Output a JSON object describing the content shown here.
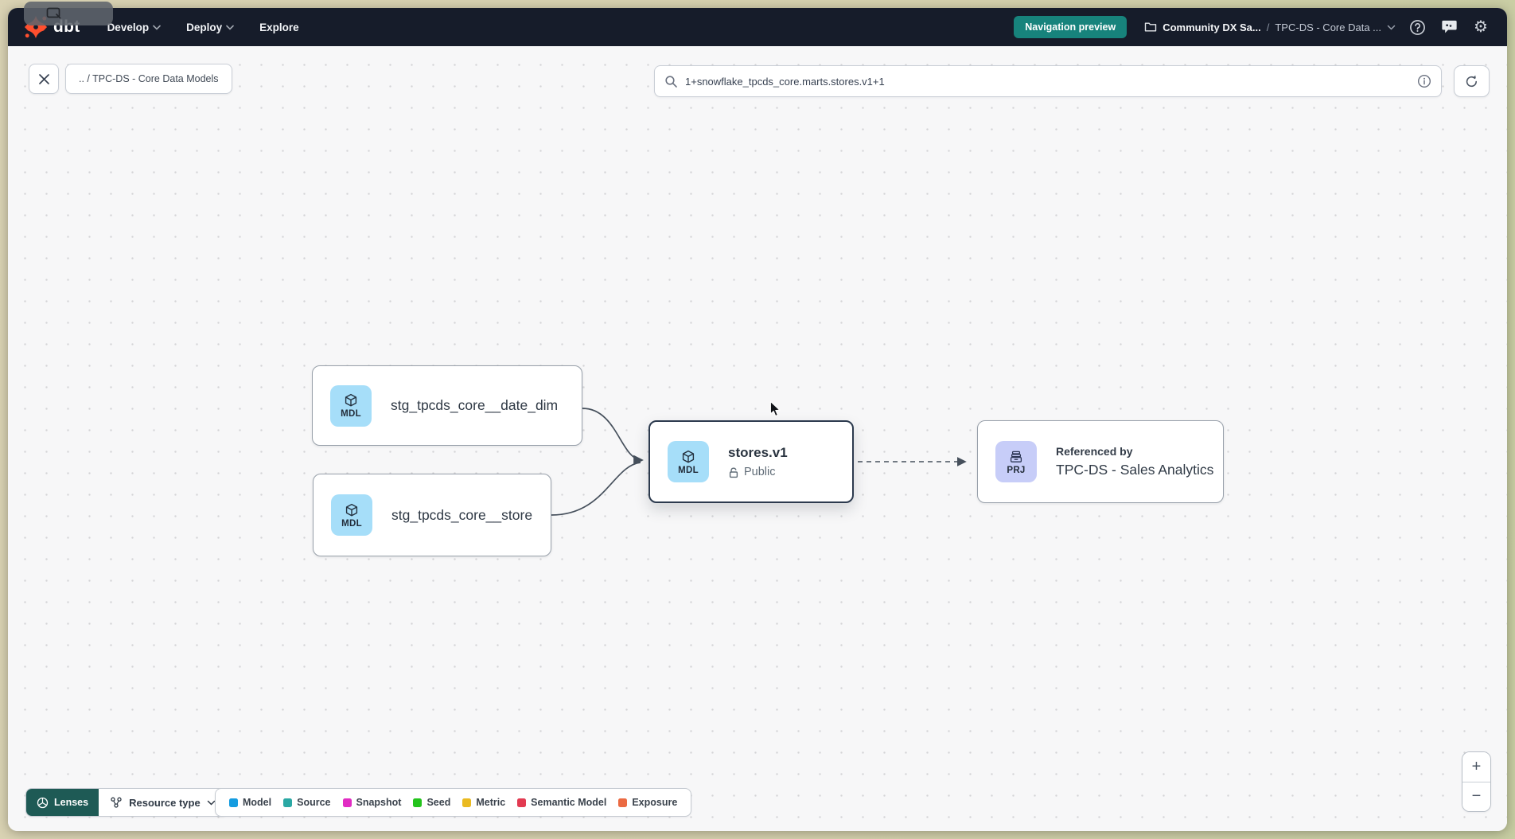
{
  "navbar": {
    "logo": "dbt",
    "menu": [
      {
        "label": "Develop"
      },
      {
        "label": "Deploy"
      },
      {
        "label": "Explore"
      }
    ],
    "navigation_preview_button": "Navigation preview",
    "account_breadcrumb": {
      "project": "Community DX Sa...",
      "separator": "/",
      "section": "TPC-DS - Core Data ..."
    }
  },
  "toolbar": {
    "path_chip": ".. / TPC-DS - Core Data Models",
    "search_value": "1+snowflake_tpcds_core.marts.stores.v1+1"
  },
  "graph": {
    "nodes": {
      "date_dim": {
        "badge": "MDL",
        "label": "stg_tpcds_core__date_dim"
      },
      "store": {
        "badge": "MDL",
        "label": "stg_tpcds_core__store"
      },
      "stores_v1": {
        "badge": "MDL",
        "label": "stores.v1",
        "access": "Public"
      },
      "sales_analytics": {
        "badge": "PRJ",
        "kicker": "Referenced by",
        "label": "TPC-DS - Sales Analytics"
      }
    }
  },
  "footer": {
    "lenses": "Lenses",
    "resource_type": "Resource type",
    "legend": [
      {
        "label": "Model",
        "color": "#149ce0"
      },
      {
        "label": "Source",
        "color": "#2aa8a4"
      },
      {
        "label": "Snapshot",
        "color": "#e12cc3"
      },
      {
        "label": "Seed",
        "color": "#23c31c"
      },
      {
        "label": "Metric",
        "color": "#eaba21"
      },
      {
        "label": "Semantic Model",
        "color": "#e23a51"
      },
      {
        "label": "Exposure",
        "color": "#eb6a42"
      }
    ]
  },
  "zoom_controls": {
    "zoom_in": "+",
    "zoom_out": "−"
  },
  "colors": {
    "accent_teal": "#17837c",
    "lenses_teal": "#1e5a55",
    "model_badge_bg": "#a6def9",
    "project_badge_bg": "#c7cdf8",
    "navbar_bg": "#161c2a"
  }
}
